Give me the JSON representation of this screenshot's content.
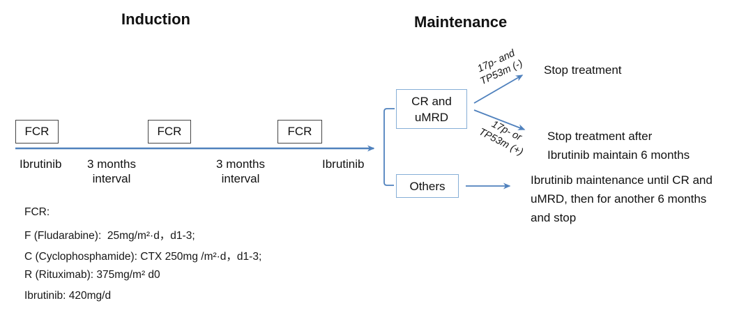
{
  "induction": {
    "title": "Induction",
    "fcr_box_1": "FCR",
    "fcr_box_2": "FCR",
    "fcr_box_3": "FCR",
    "ibrutinib_left": "Ibrutinib",
    "interval_1": "3 months\ninterval",
    "interval_2": "3 months\ninterval",
    "ibrutinib_right": "Ibrutinib"
  },
  "maintenance": {
    "title": "Maintenance",
    "cr_umrd_box": "CR and\nuMRD",
    "others_box": "Others",
    "branch_negative_label": "17p- and\nTP53m (-)",
    "branch_positive_label": "17p- or\nTP53m (+)",
    "outcome_stop": "Stop treatment",
    "outcome_stop_after": "Stop treatment after\nIbrutinib maintain 6 months",
    "outcome_others": "Ibrutinib maintenance until CR and\nuMRD, then for another 6 months\nand stop"
  },
  "footnotes": {
    "title": "FCR:",
    "line_f": "F (Fludarabine):  25mg/m²·d，d1-3;",
    "line_c": "C (Cyclophosphamide): CTX 250mg /m²·d，d1-3;",
    "line_r": "R (Rituximab): 375mg/m² d0",
    "line_ibrutinib": "Ibrutinib: 420mg/d"
  },
  "colors": {
    "arrow_blue": "#4f81bd",
    "flow_box_border": "#86aed6",
    "fcr_box_border": "#454545"
  }
}
